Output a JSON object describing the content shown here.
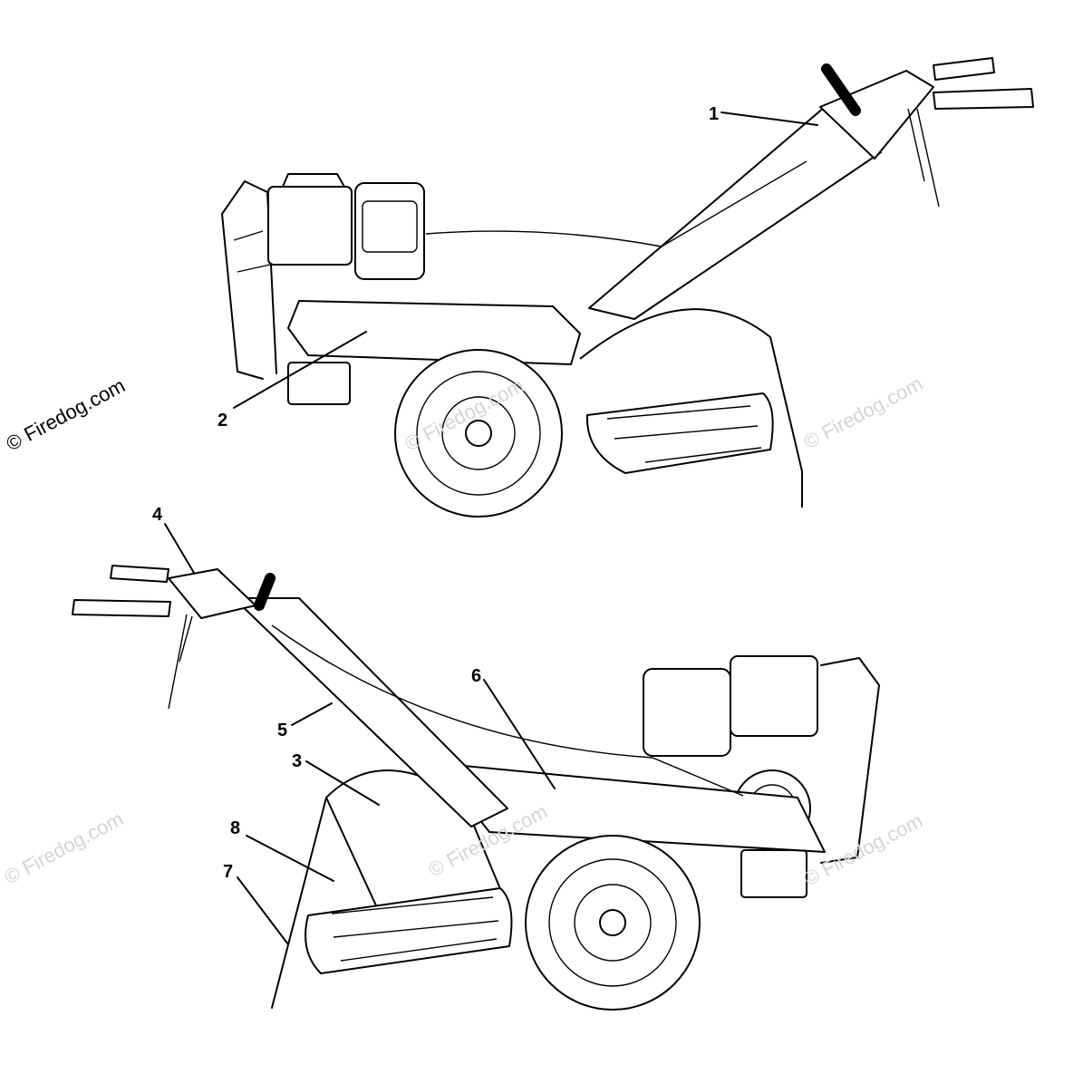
{
  "callouts": [
    {
      "id": "1",
      "label": "1"
    },
    {
      "id": "2",
      "label": "2"
    },
    {
      "id": "3",
      "label": "3"
    },
    {
      "id": "4",
      "label": "4"
    },
    {
      "id": "5",
      "label": "5"
    },
    {
      "id": "6",
      "label": "6"
    },
    {
      "id": "7",
      "label": "7"
    },
    {
      "id": "8",
      "label": "8"
    }
  ],
  "watermark": {
    "primary": "© Firedog.com",
    "faint": "© Firedog.com"
  }
}
